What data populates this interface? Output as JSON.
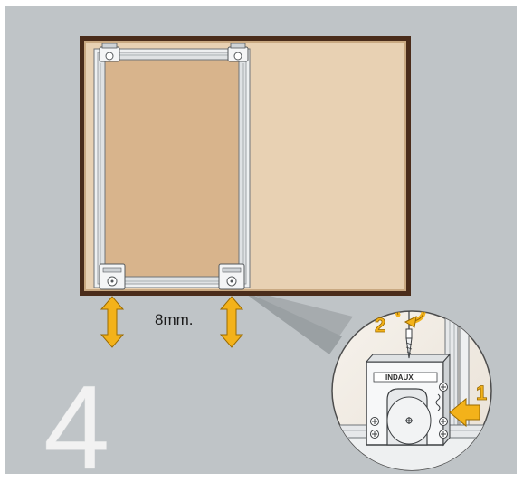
{
  "step_number": "4",
  "gap_label": "8mm.",
  "detail": {
    "brand_label": "INDAUX",
    "callout_2": "2",
    "callout_1": "1"
  },
  "colors": {
    "background": "#bfc4c7",
    "cabinet_frame": "#4a2c1a",
    "cabinet_panel": "#e8d1b3",
    "door_panel": "#d8b48c",
    "aluminum_frame": "#eef0f1",
    "arrow": "#f3b21a",
    "arrow_outline": "#9a6a00",
    "step_number": "#f2f2f2",
    "detail_circle": "#f1ebe4"
  },
  "icons": [
    "double-arrow-icon",
    "rotate-arrow-icon",
    "screw-icon",
    "arrow-right-icon"
  ]
}
